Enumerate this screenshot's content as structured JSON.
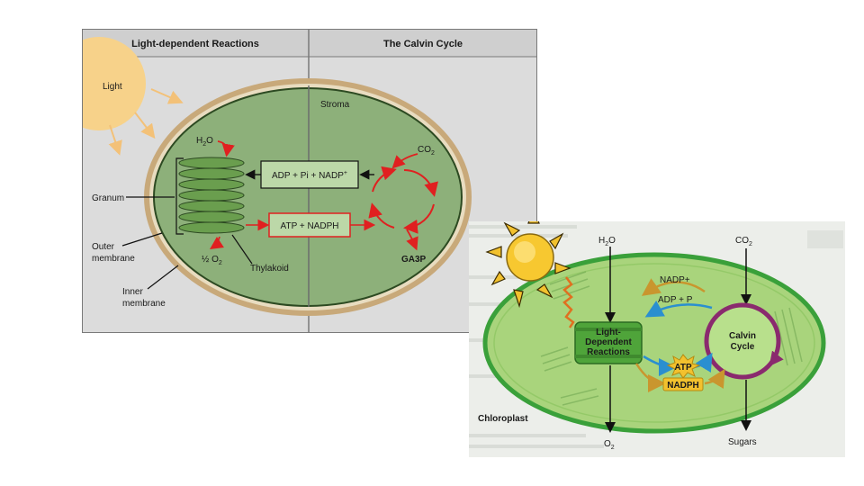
{
  "left_diagram": {
    "header_left": "Light-dependent Reactions",
    "header_right": "The Calvin Cycle",
    "light": "Light",
    "stroma": "Stroma",
    "h2o_main": "H",
    "h2o_sub": "2",
    "h2o_tail": "O",
    "granum": "Granum",
    "outer_membrane_1": "Outer",
    "outer_membrane_2": "membrane",
    "inner_membrane_1": "Inner",
    "inner_membrane_2": "membrane",
    "o2_main": "½ O",
    "o2_sub": "2",
    "thylakoid": "Thylakoid",
    "adp_box_main": "ADP + Pi + NADP",
    "adp_box_sup": "+",
    "atp_box": "ATP + NADPH",
    "co2_main": "CO",
    "co2_sub": "2",
    "ga3p": "GA3P"
  },
  "right_diagram": {
    "h2o_main": "H",
    "h2o_sub": "2",
    "h2o_tail": "O",
    "co2_main": "CO",
    "co2_sub": "2",
    "nadp": "NADP+",
    "adp_p": "ADP + P",
    "light_dep_1": "Light-",
    "light_dep_2": "Dependent",
    "light_dep_3": "Reactions",
    "calvin_1": "Calvin",
    "calvin_2": "Cycle",
    "atp": "ATP",
    "nadph": "NADPH",
    "chloroplast": "Chloroplast",
    "o2_main": "O",
    "o2_sub": "2",
    "sugars": "Sugars"
  },
  "colors": {
    "stroma_green": "#8db07a",
    "outer_membrane": "#c8a97a",
    "thylakoid_green": "#6a9e4e",
    "red_arrow": "#e02020",
    "sun": "#f7d28a",
    "chloroplast_fill": "#a9d47c",
    "chloroplast_border": "#3aa03a",
    "calvin_purple": "#8a2a6e",
    "atp_yellow": "#f2c12e"
  }
}
